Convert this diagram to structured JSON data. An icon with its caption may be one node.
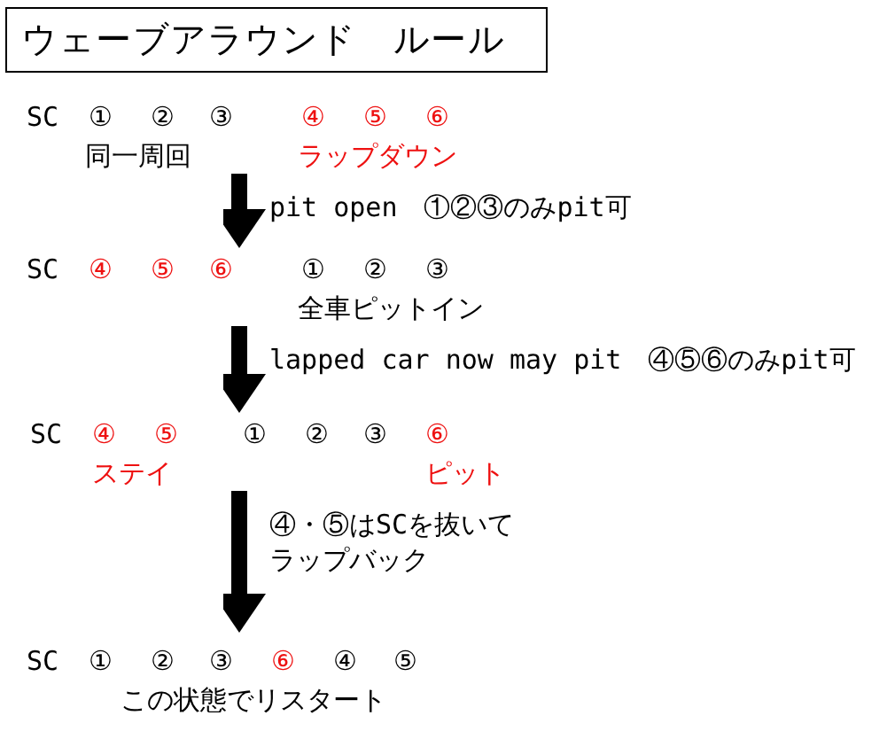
{
  "diagram": {
    "title": "ウェーブアラウンド　ルール",
    "nodes": [
      {
        "text": [
          "SC",
          "①",
          "②",
          "③",
          "④",
          "⑤",
          "⑥",
          "同一周回",
          "ラップダウン"
        ]
      },
      {
        "text": [
          "SC",
          "④",
          "⑤",
          "⑥",
          "①",
          "②",
          "③",
          "全車ピットイン"
        ]
      },
      {
        "text": [
          "SC",
          "④",
          "⑤",
          "①",
          "②",
          "③",
          "⑥",
          "ステイ",
          "ピット"
        ]
      },
      {
        "text": [
          "SC",
          "①",
          "②",
          "③",
          "⑥",
          "④",
          "⑤",
          "この状態でリスタート"
        ]
      }
    ],
    "edges": [
      {
        "from": 0,
        "to": 1,
        "arrow": "to",
        "label": "pit open　①②③のみpit可"
      },
      {
        "from": 1,
        "to": 2,
        "arrow": "to",
        "label": "lapped car now may pit　④⑤⑥のみpit可"
      },
      {
        "from": 2,
        "to": 3,
        "arrow": "to",
        "label": "④・⑤はSCを抜いてラップバック"
      }
    ]
  }
}
